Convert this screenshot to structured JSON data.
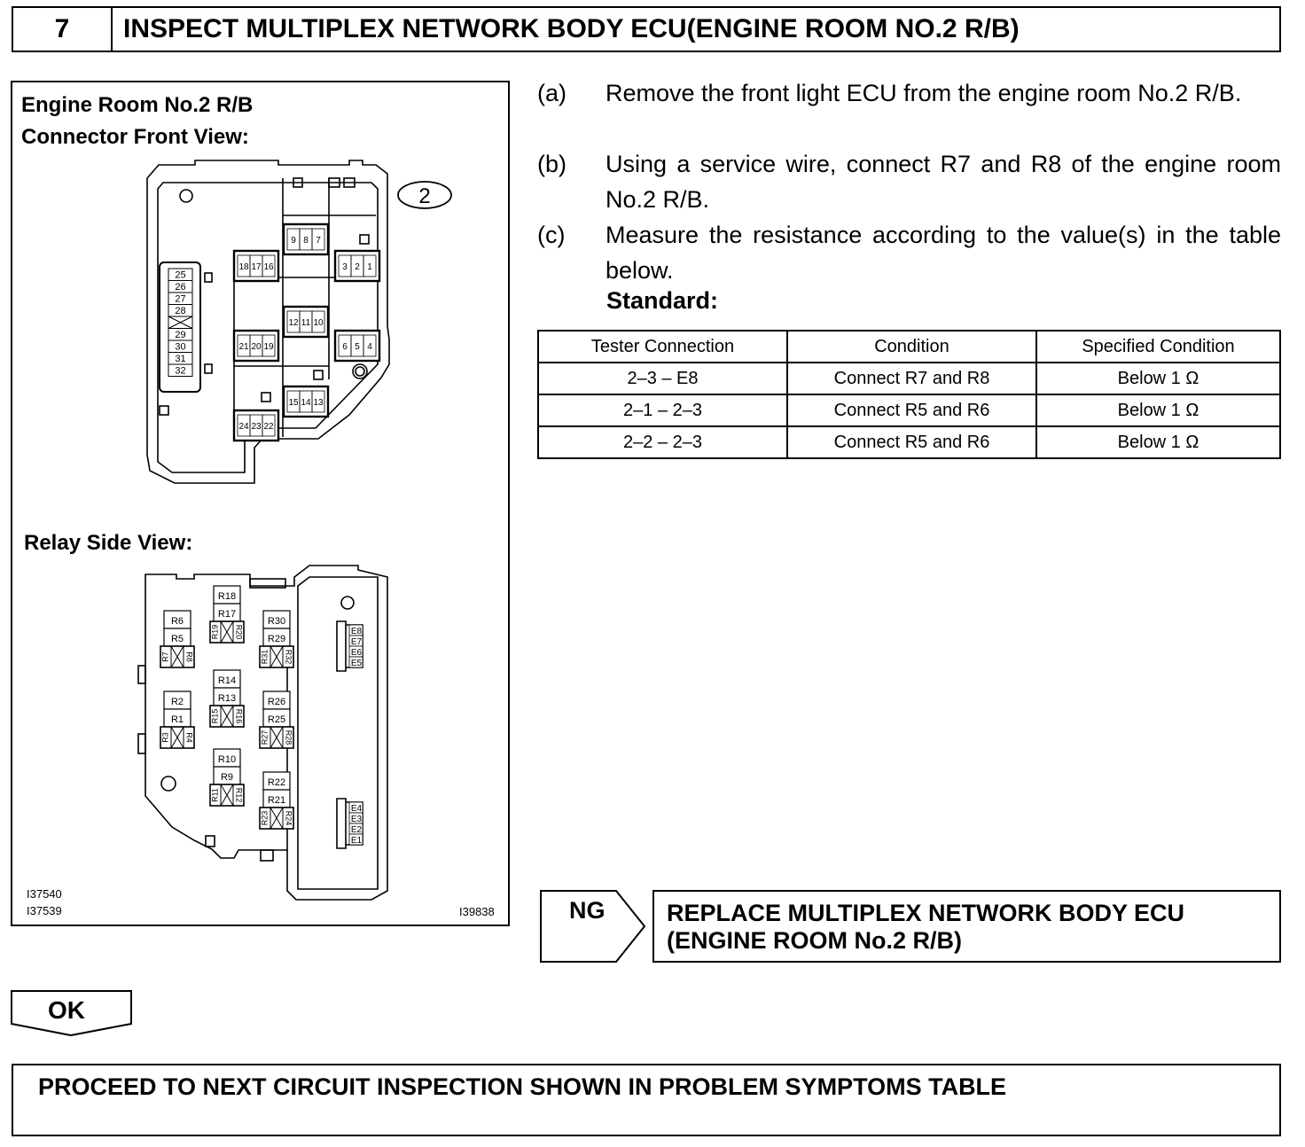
{
  "header": {
    "step_number": "7",
    "title": "INSPECT MULTIPLEX NETWORK BODY ECU(ENGINE ROOM NO.2 R/B)"
  },
  "figure": {
    "title_line1": "Engine Room No.2 R/B",
    "title_line2": "Connector Front View:",
    "connector_badge": "2",
    "relay_side_title": "Relay Side View:",
    "code1": "I37540",
    "code2": "I37539",
    "code3": "I39838",
    "front_view_terminals": {
      "vertical_strip": [
        "25",
        "26",
        "27",
        "28",
        "29",
        "30",
        "31",
        "32"
      ],
      "block_9_8_7": [
        "9",
        "8",
        "7"
      ],
      "block_18_17_16": [
        "18",
        "17",
        "16"
      ],
      "block_3_2_1": [
        "3",
        "2",
        "1"
      ],
      "block_12_11_10": [
        "12",
        "11",
        "10"
      ],
      "block_21_20_19": [
        "21",
        "20",
        "19"
      ],
      "block_6_5_4": [
        "6",
        "5",
        "4"
      ],
      "block_15_14_13": [
        "15",
        "14",
        "13"
      ],
      "block_24_23_22": [
        "24",
        "23",
        "22"
      ]
    },
    "relay_side_terminals": {
      "relay_a": {
        "top": "R6",
        "mid": "R5",
        "left": "R7",
        "right": "R8"
      },
      "relay_b": {
        "top": "R18",
        "mid": "R17",
        "left": "R19",
        "right": "R20"
      },
      "relay_c": {
        "top": "R30",
        "mid": "R29",
        "left": "R31",
        "right": "R32"
      },
      "relay_d": {
        "top": "R14",
        "mid": "R13",
        "left": "R15",
        "right": "R16"
      },
      "relay_e": {
        "top": "R2",
        "mid": "R1",
        "left": "R3",
        "right": "R4"
      },
      "relay_f": {
        "top": "R26",
        "mid": "R25",
        "left": "R27",
        "right": "R28"
      },
      "relay_g": {
        "top": "R10",
        "mid": "R9",
        "left": "R11",
        "right": "R12"
      },
      "relay_h": {
        "top": "R22",
        "mid": "R21",
        "left": "R23",
        "right": "R24"
      },
      "e_upper": [
        "E8",
        "E7",
        "E6",
        "E5"
      ],
      "e_lower": [
        "E4",
        "E3",
        "E2",
        "E1"
      ]
    }
  },
  "steps": [
    {
      "key": "(a)",
      "text": "Remove the front light ECU from the engine room No.2 R/B."
    },
    {
      "key": "(b)",
      "text": "Using a service wire, connect R7 and R8 of the engine room No.2 R/B."
    },
    {
      "key": "(c)",
      "text": "Measure the resistance according to the value(s) in the table below."
    }
  ],
  "standard_label": "Standard:",
  "table": {
    "headers": [
      "Tester Connection",
      "Condition",
      "Specified Condition"
    ],
    "rows": [
      [
        "2–3 – E8",
        "Connect R7 and R8",
        "Below 1 Ω"
      ],
      [
        "2–1 – 2–3",
        "Connect R5 and R6",
        "Below 1 Ω"
      ],
      [
        "2–2 – 2–3",
        "Connect R5 and R6",
        "Below 1 Ω"
      ]
    ]
  },
  "ng": {
    "label": "NG",
    "action_line1": "REPLACE MULTIPLEX NETWORK BODY ECU",
    "action_line2": "(ENGINE ROOM No.2 R/B)"
  },
  "ok": {
    "label": "OK"
  },
  "final": {
    "text": "PROCEED TO NEXT CIRCUIT INSPECTION SHOWN IN PROBLEM SYMPTOMS TABLE"
  }
}
